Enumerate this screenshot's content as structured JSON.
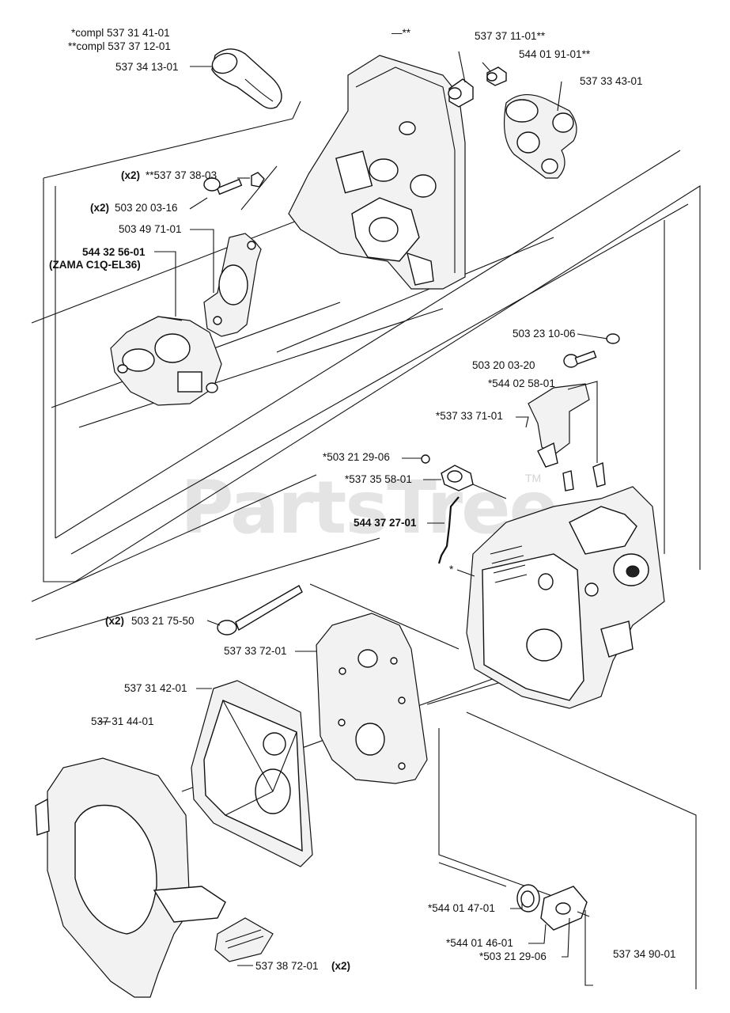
{
  "watermark": {
    "text": "PartsTree",
    "tm": "TM"
  },
  "labels": [
    {
      "id": "l1",
      "text": "*compl 537 31 41-01"
    },
    {
      "id": "l2",
      "text": "**compl 537 37 12-01"
    },
    {
      "id": "l3",
      "text": "537 34 13-01"
    },
    {
      "id": "l4",
      "text": "—**"
    },
    {
      "id": "l5",
      "text": "537 37 11-01**"
    },
    {
      "id": "l6",
      "text": "544 01 91-01**"
    },
    {
      "id": "l7",
      "text": "537 33 43-01"
    },
    {
      "id": "l8a",
      "text": "(x2)"
    },
    {
      "id": "l8b",
      "text": "**537 37 38-03"
    },
    {
      "id": "l9a",
      "text": "(x2)"
    },
    {
      "id": "l9b",
      "text": "503 20 03-16"
    },
    {
      "id": "l10",
      "text": "503 49 71-01"
    },
    {
      "id": "l11",
      "text": "544 32 56-01"
    },
    {
      "id": "l12",
      "text": "(ZAMA C1Q-EL36)"
    },
    {
      "id": "l13",
      "text": "503 23 10-06"
    },
    {
      "id": "l14",
      "text": "503 20 03-20"
    },
    {
      "id": "l15",
      "text": "*544 02 58-01"
    },
    {
      "id": "l16",
      "text": "*537 33 71-01"
    },
    {
      "id": "l17",
      "text": "*503 21 29-06"
    },
    {
      "id": "l18",
      "text": "*537 35 58-01"
    },
    {
      "id": "l19",
      "text": "544 37 27-01"
    },
    {
      "id": "l20",
      "text": "*"
    },
    {
      "id": "l21a",
      "text": "(x2)"
    },
    {
      "id": "l21b",
      "text": "503 21 75-50"
    },
    {
      "id": "l22",
      "text": "537 33 72-01"
    },
    {
      "id": "l23",
      "text": "537 31 42-01"
    },
    {
      "id": "l24",
      "text": "537 31 44-01"
    },
    {
      "id": "l25",
      "text": "*544 01 47-01"
    },
    {
      "id": "l26",
      "text": "*544 01 46-01"
    },
    {
      "id": "l27",
      "text": "*503 21 29-06"
    },
    {
      "id": "l28",
      "text": "537 34 90-01"
    },
    {
      "id": "l29a",
      "text": "537 38 72-01"
    },
    {
      "id": "l29b",
      "text": "(x2)"
    }
  ]
}
